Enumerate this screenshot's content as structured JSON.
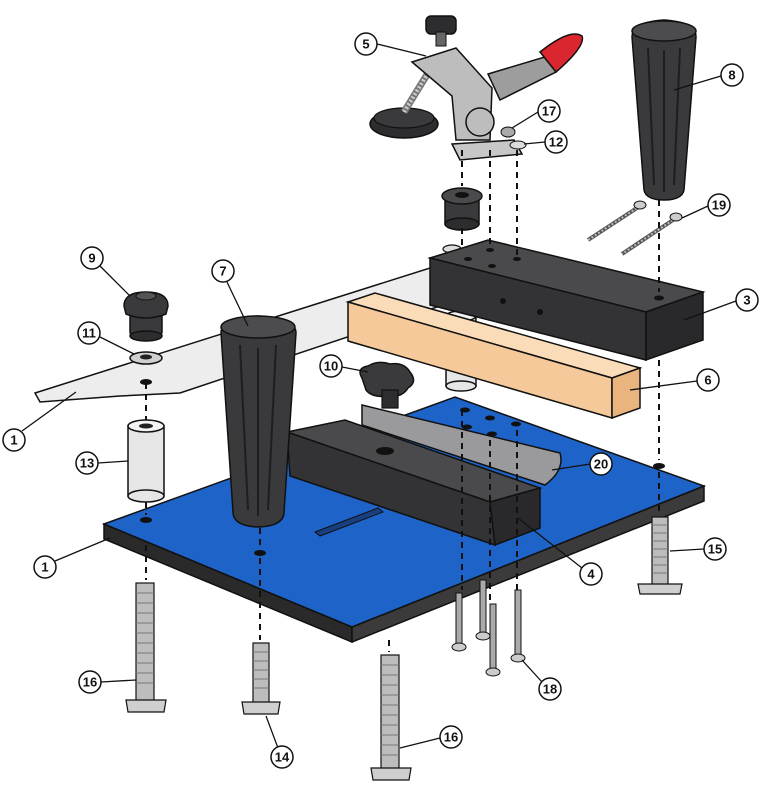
{
  "diagram": {
    "colors": {
      "base_plate": "#1e63c8",
      "base_plate_edge": "#2a2a2a",
      "dark_part": "#3a3a3c",
      "wood": "#f6c99a",
      "steel_light": "#e8e8e8",
      "clamp_handle": "#d9262f",
      "outline": "#111111"
    },
    "callouts": [
      {
        "id": "c5",
        "label": "5"
      },
      {
        "id": "c17",
        "label": "17"
      },
      {
        "id": "c12",
        "label": "12"
      },
      {
        "id": "c8",
        "label": "8"
      },
      {
        "id": "c19",
        "label": "19"
      },
      {
        "id": "c3",
        "label": "3"
      },
      {
        "id": "c9",
        "label": "9"
      },
      {
        "id": "c7",
        "label": "7"
      },
      {
        "id": "c11",
        "label": "11"
      },
      {
        "id": "c1a",
        "label": "1"
      },
      {
        "id": "c10",
        "label": "10"
      },
      {
        "id": "c6",
        "label": "6"
      },
      {
        "id": "c13",
        "label": "13"
      },
      {
        "id": "c20",
        "label": "20"
      },
      {
        "id": "c1b",
        "label": "1"
      },
      {
        "id": "c4",
        "label": "4"
      },
      {
        "id": "c15",
        "label": "15"
      },
      {
        "id": "c16a",
        "label": "16"
      },
      {
        "id": "c18",
        "label": "18"
      },
      {
        "id": "c14",
        "label": "14"
      },
      {
        "id": "c16b",
        "label": "16"
      }
    ]
  }
}
